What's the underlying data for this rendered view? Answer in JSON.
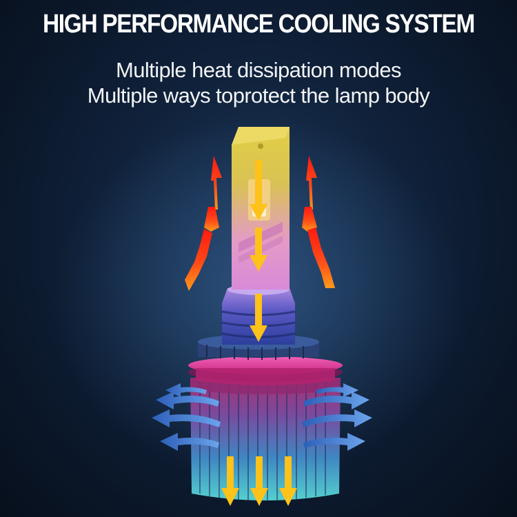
{
  "headline": "HIGH PERFORMANCE COOLING SYSTEM",
  "subtitle_lines": [
    "Multiple heat dissipation modes",
    "Multiple ways toprotect the lamp body"
  ],
  "colors": {
    "heat_arrow_top": "#ff2a1a",
    "heat_arrow_bottom": "#ff8a1a",
    "flow_arrow": "#ffc21a",
    "air_arrow": "#3d7fd8",
    "chip_top": "#e4d24a",
    "chip_bottom": "#e58ad2",
    "base_top": "#8a6fd6",
    "base_bottom": "#2b44a0",
    "fan_ring": "#ee3c9c",
    "heatsink_top": "#9a3d86",
    "heatsink_bottom": "#4ccad0"
  },
  "icons": [
    "heat-arrow-icon",
    "down-arrow-icon",
    "airflow-arrow-icon"
  ]
}
